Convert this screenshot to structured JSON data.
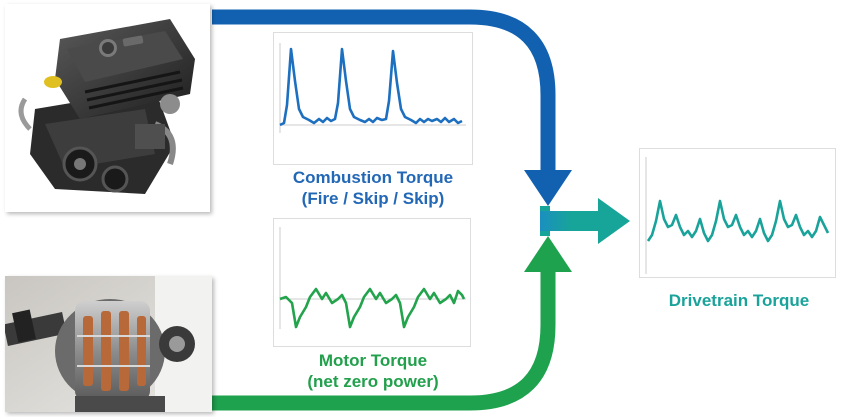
{
  "colors": {
    "combustion": "#1261b1",
    "motor": "#1ea24e",
    "drivetrain": "#17a499",
    "combustion_text": "#2368b6",
    "motor_text": "#22a04c",
    "drivetrain_text": "#1aa39a"
  },
  "images": {
    "engine": "engine-photo",
    "motor": "electric-motor-photo"
  },
  "combustion": {
    "caption_line1": "Combustion Torque",
    "caption_line2": "(Fire / Skip / Skip)"
  },
  "motor": {
    "caption_line1": "Motor Torque",
    "caption_line2": "(net zero power)"
  },
  "drivetrain": {
    "caption": "Drivetrain Torque"
  }
}
